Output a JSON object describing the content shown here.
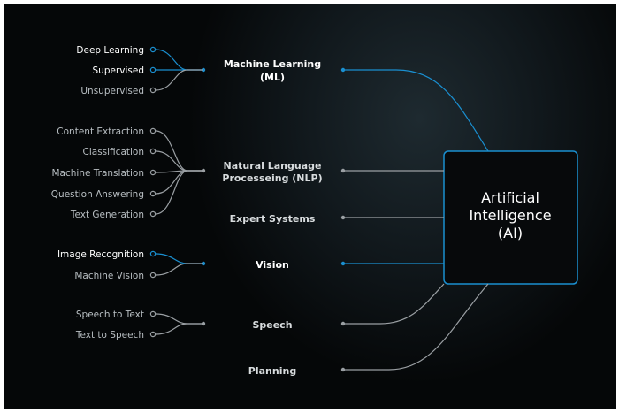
{
  "colors": {
    "accent": "#1a8fd0",
    "line": "#9a9fa3",
    "background": "#07090a"
  },
  "root": {
    "lines": [
      "Artificial",
      "Intelligence",
      "(AI)"
    ]
  },
  "categories": [
    {
      "label": [
        "Machine Learning",
        "(ML)"
      ],
      "highlight": true,
      "children": [
        {
          "label": "Deep Learning",
          "highlight": true
        },
        {
          "label": "Supervised",
          "highlight": true
        },
        {
          "label": "Unsupervised",
          "highlight": false
        }
      ]
    },
    {
      "label": [
        "Natural Language",
        "Processeing (NLP)"
      ],
      "highlight": false,
      "children": [
        {
          "label": "Content Extraction"
        },
        {
          "label": "Classification"
        },
        {
          "label": "Machine Translation"
        },
        {
          "label": "Question Answering"
        },
        {
          "label": "Text Generation"
        }
      ]
    },
    {
      "label": [
        "Expert Systems"
      ],
      "highlight": false,
      "children": []
    },
    {
      "label": [
        "Vision"
      ],
      "highlight": true,
      "children": [
        {
          "label": "Image Recognition",
          "highlight": true
        },
        {
          "label": "Machine  Vision",
          "highlight": false
        }
      ]
    },
    {
      "label": [
        "Speech"
      ],
      "highlight": false,
      "children": [
        {
          "label": "Speech to Text"
        },
        {
          "label": "Text to Speech"
        }
      ]
    },
    {
      "label": [
        "Planning"
      ],
      "highlight": false,
      "children": []
    }
  ]
}
